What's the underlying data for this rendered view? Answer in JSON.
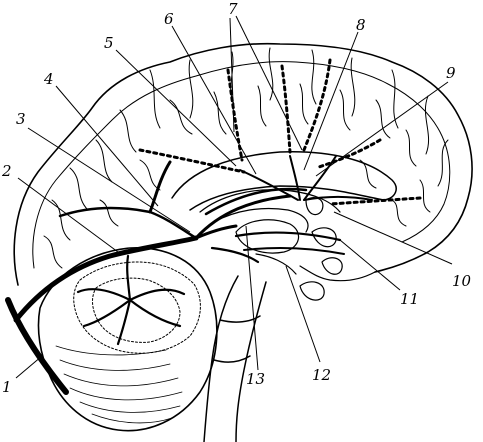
{
  "figure": {
    "callouts": [
      {
        "id": "1",
        "label": "1"
      },
      {
        "id": "2",
        "label": "2"
      },
      {
        "id": "3",
        "label": "3"
      },
      {
        "id": "4",
        "label": "4"
      },
      {
        "id": "5",
        "label": "5"
      },
      {
        "id": "6",
        "label": "6"
      },
      {
        "id": "7",
        "label": "7"
      },
      {
        "id": "8",
        "label": "8"
      },
      {
        "id": "9",
        "label": "9"
      },
      {
        "id": "10",
        "label": "10"
      },
      {
        "id": "11",
        "label": "11"
      },
      {
        "id": "12",
        "label": "12"
      },
      {
        "id": "13",
        "label": "13"
      }
    ]
  }
}
